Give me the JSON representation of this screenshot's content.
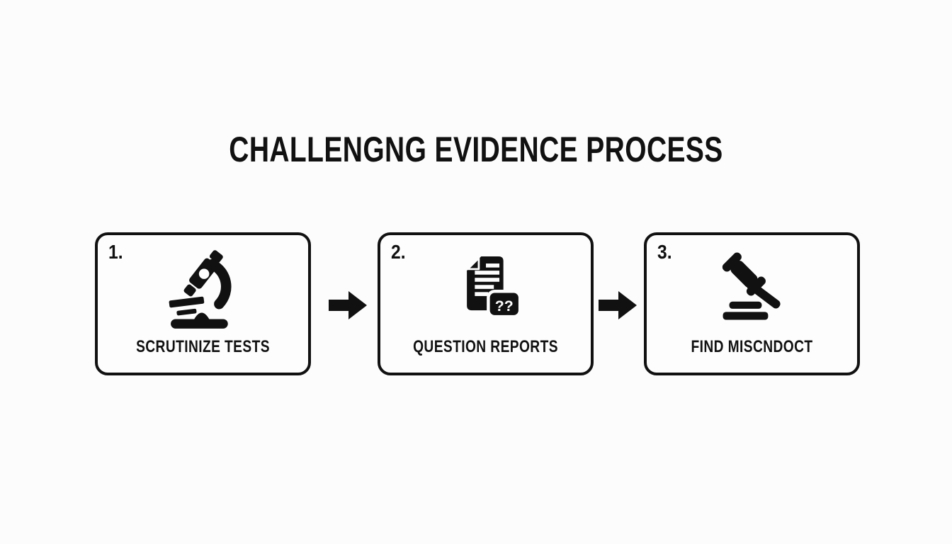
{
  "title": "CHALLENGNG EVIDENCE PROCESS",
  "steps": [
    {
      "number": "1.",
      "label": "SCRUTINIZE TESTS",
      "icon": "microscope-icon"
    },
    {
      "number": "2.",
      "label": "QUESTION REPORTS",
      "icon": "document-question-icon",
      "badge": "??"
    },
    {
      "number": "3.",
      "label": "FIND MISCNDOCT",
      "icon": "gavel-icon"
    }
  ],
  "colors": {
    "background": "#fcfcfc",
    "ink": "#111111"
  }
}
